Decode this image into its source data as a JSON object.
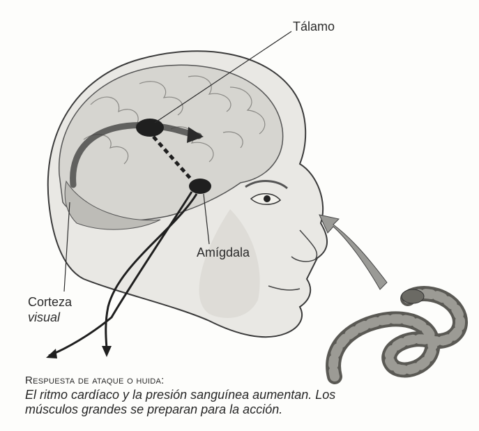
{
  "labels": {
    "talamo": "Tálamo",
    "amigdala": "Amígdala",
    "corteza_line1": "Corteza",
    "corteza_line2": "visual"
  },
  "caption": {
    "title": "Respuesta de ataque o huida:",
    "body": "El ritmo cardíaco y la presión sanguínea aumentan. Los músculos grandes se preparan para la acción."
  },
  "colors": {
    "ink": "#1f1f1f",
    "shade": "#9a9a96",
    "paper": "#fdfdfb"
  }
}
